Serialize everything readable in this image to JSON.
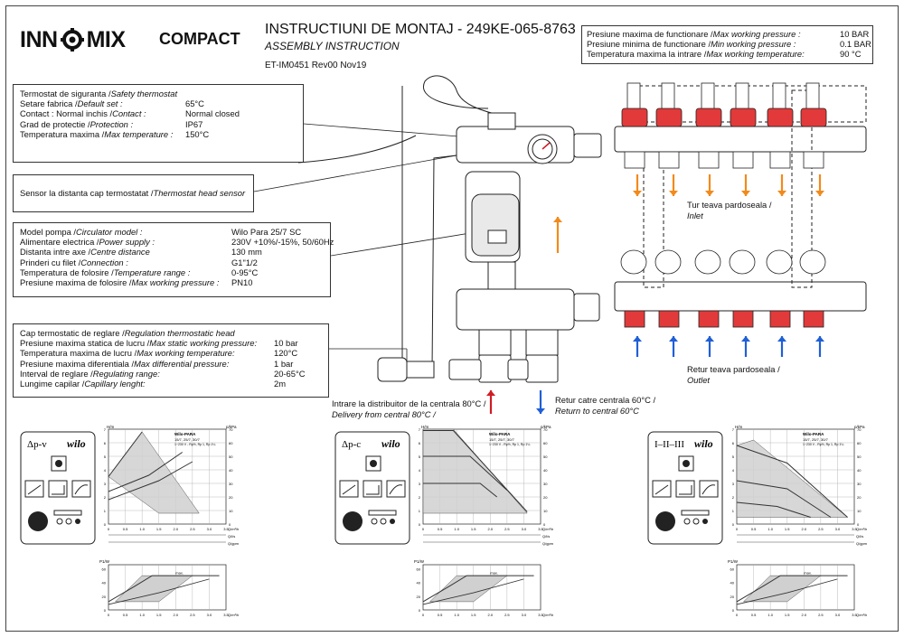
{
  "header": {
    "brand": [
      "INN",
      "MIX"
    ],
    "brand_sub": "COMPACT",
    "title": "INSTRUCTIUNI DE MONTAJ - 249KE-065-8763",
    "subtitle": "ASSEMBLY INSTRUCTION",
    "doc_ref": "ET-IM0451 Rev00 Nov19"
  },
  "pressure_box": {
    "rows": [
      {
        "label": "Presiune maxima de functionare / ",
        "label_en": "Max working pressure :",
        "value": "10 BAR"
      },
      {
        "label": "Presiune minima de functionare / ",
        "label_en": "Min working pressure :",
        "value": "0.1 BAR"
      },
      {
        "label": "Temperatura maxima la intrare / ",
        "label_en": "Max working temperature:",
        "value": "90 °C"
      }
    ]
  },
  "safety_box": {
    "rows": [
      {
        "label": "Termostat de siguranta / ",
        "label_en": "Safety thermostat",
        "value": ""
      },
      {
        "label": "Setare fabrica / ",
        "label_en": "Default set :",
        "value": "65°C"
      },
      {
        "label": "Contact : Normal inchis / ",
        "label_en": "Contact :",
        "value": "Normal closed"
      },
      {
        "label": "Grad de protectie / ",
        "label_en": "Protection :",
        "value": "IP67"
      },
      {
        "label": "Temperatura maxima / ",
        "label_en": "Max temperature :",
        "value": "150°C"
      }
    ]
  },
  "sensor_box": {
    "label": "Sensor la distanta cap termostatat / ",
    "label_en": "Thermostat head sensor"
  },
  "pump_box": {
    "rows": [
      {
        "label": "Model pompa / ",
        "label_en": "Circulator model :",
        "value": "Wilo Para 25/7 SC"
      },
      {
        "label": "Alimentare electrica / ",
        "label_en": "Power supply :",
        "value": "230V +10%/-15%, 50/60Hz"
      },
      {
        "label": "Distanta intre axe / ",
        "label_en": "Centre distance",
        "value": "130 mm"
      },
      {
        "label": "Prinderi cu filet / ",
        "label_en": "Connection :",
        "value": "G1\"1/2"
      },
      {
        "label": "Temperatura de folosire / ",
        "label_en": "Temperature range :",
        "value": "0-95°C"
      },
      {
        "label": "Presiune maxima de folosire / ",
        "label_en": "Max working pressure :",
        "value": "PN10"
      }
    ]
  },
  "head_box": {
    "rows": [
      {
        "label": "Cap termostatic de reglare / ",
        "label_en": "Regulation thermostatic head",
        "value": ""
      },
      {
        "label": "Presiune maxima statica de lucru / ",
        "label_en": "Max static working pressure:",
        "value": "10 bar"
      },
      {
        "label": "Temperatura maxima de lucru / ",
        "label_en": "Max working temperature:",
        "value": "120°C"
      },
      {
        "label": "Presiune maxima diferentiala / ",
        "label_en": "Max differential pressure:",
        "value": "1 bar"
      },
      {
        "label": "Interval de reglare / ",
        "label_en": "Regulating range:",
        "value": "20-65°C"
      },
      {
        "label": "Lungime capilar / ",
        "label_en": "Capillary lenght:",
        "value": "2m"
      }
    ]
  },
  "flow_labels": {
    "inlet": [
      "Tur teava pardoseala / ",
      "Inlet"
    ],
    "outlet": [
      "Retur teava pardoseala / ",
      "Outlet"
    ],
    "delivery": [
      "Intrare la distribuitor de la centrala 80°C / ",
      "Delivery from central 80°C /"
    ],
    "return": [
      "Retur catre centrala 60°C / ",
      "Return to central 60°C"
    ]
  },
  "pump_panels": [
    {
      "mode": "Δp-v",
      "brand": "wilo"
    },
    {
      "mode": "Δp-c",
      "brand": "wilo"
    },
    {
      "mode": "I–II–III",
      "brand": "wilo"
    }
  ],
  "charts": {
    "legend_title": "Wilo-PARA",
    "legend_lines": [
      "15/7, 25/7, 30/7",
      "1~230 V - Rp½, Rp 1, Rp 1¼"
    ],
    "y_left": "H/m",
    "y_right": "p/kPa",
    "x_main": "Q/m³/h",
    "x_ls": "Q/l/s",
    "x_gpm": "Q/gpm",
    "y_power": "P1/W",
    "y_ticks": [
      "0",
      "1",
      "2",
      "3",
      "4",
      "5",
      "6",
      "7"
    ],
    "kpa_ticks": [
      "0",
      "10",
      "20",
      "30",
      "40",
      "50",
      "60",
      "70"
    ],
    "x_ticks": [
      "0",
      "0.5",
      "1.0",
      "1.5",
      "2.0",
      "2.5",
      "3.0",
      "3.5"
    ],
    "p_ticks": [
      "0",
      "20",
      "40",
      "60"
    ],
    "curve_labels": [
      "max.",
      "min."
    ]
  },
  "colors": {
    "orange": "#f28a1b",
    "blue": "#1f5fd6",
    "red": "#d01c24",
    "valve_red": "#e23a3a",
    "pump_grey": "#cfcfcf"
  }
}
